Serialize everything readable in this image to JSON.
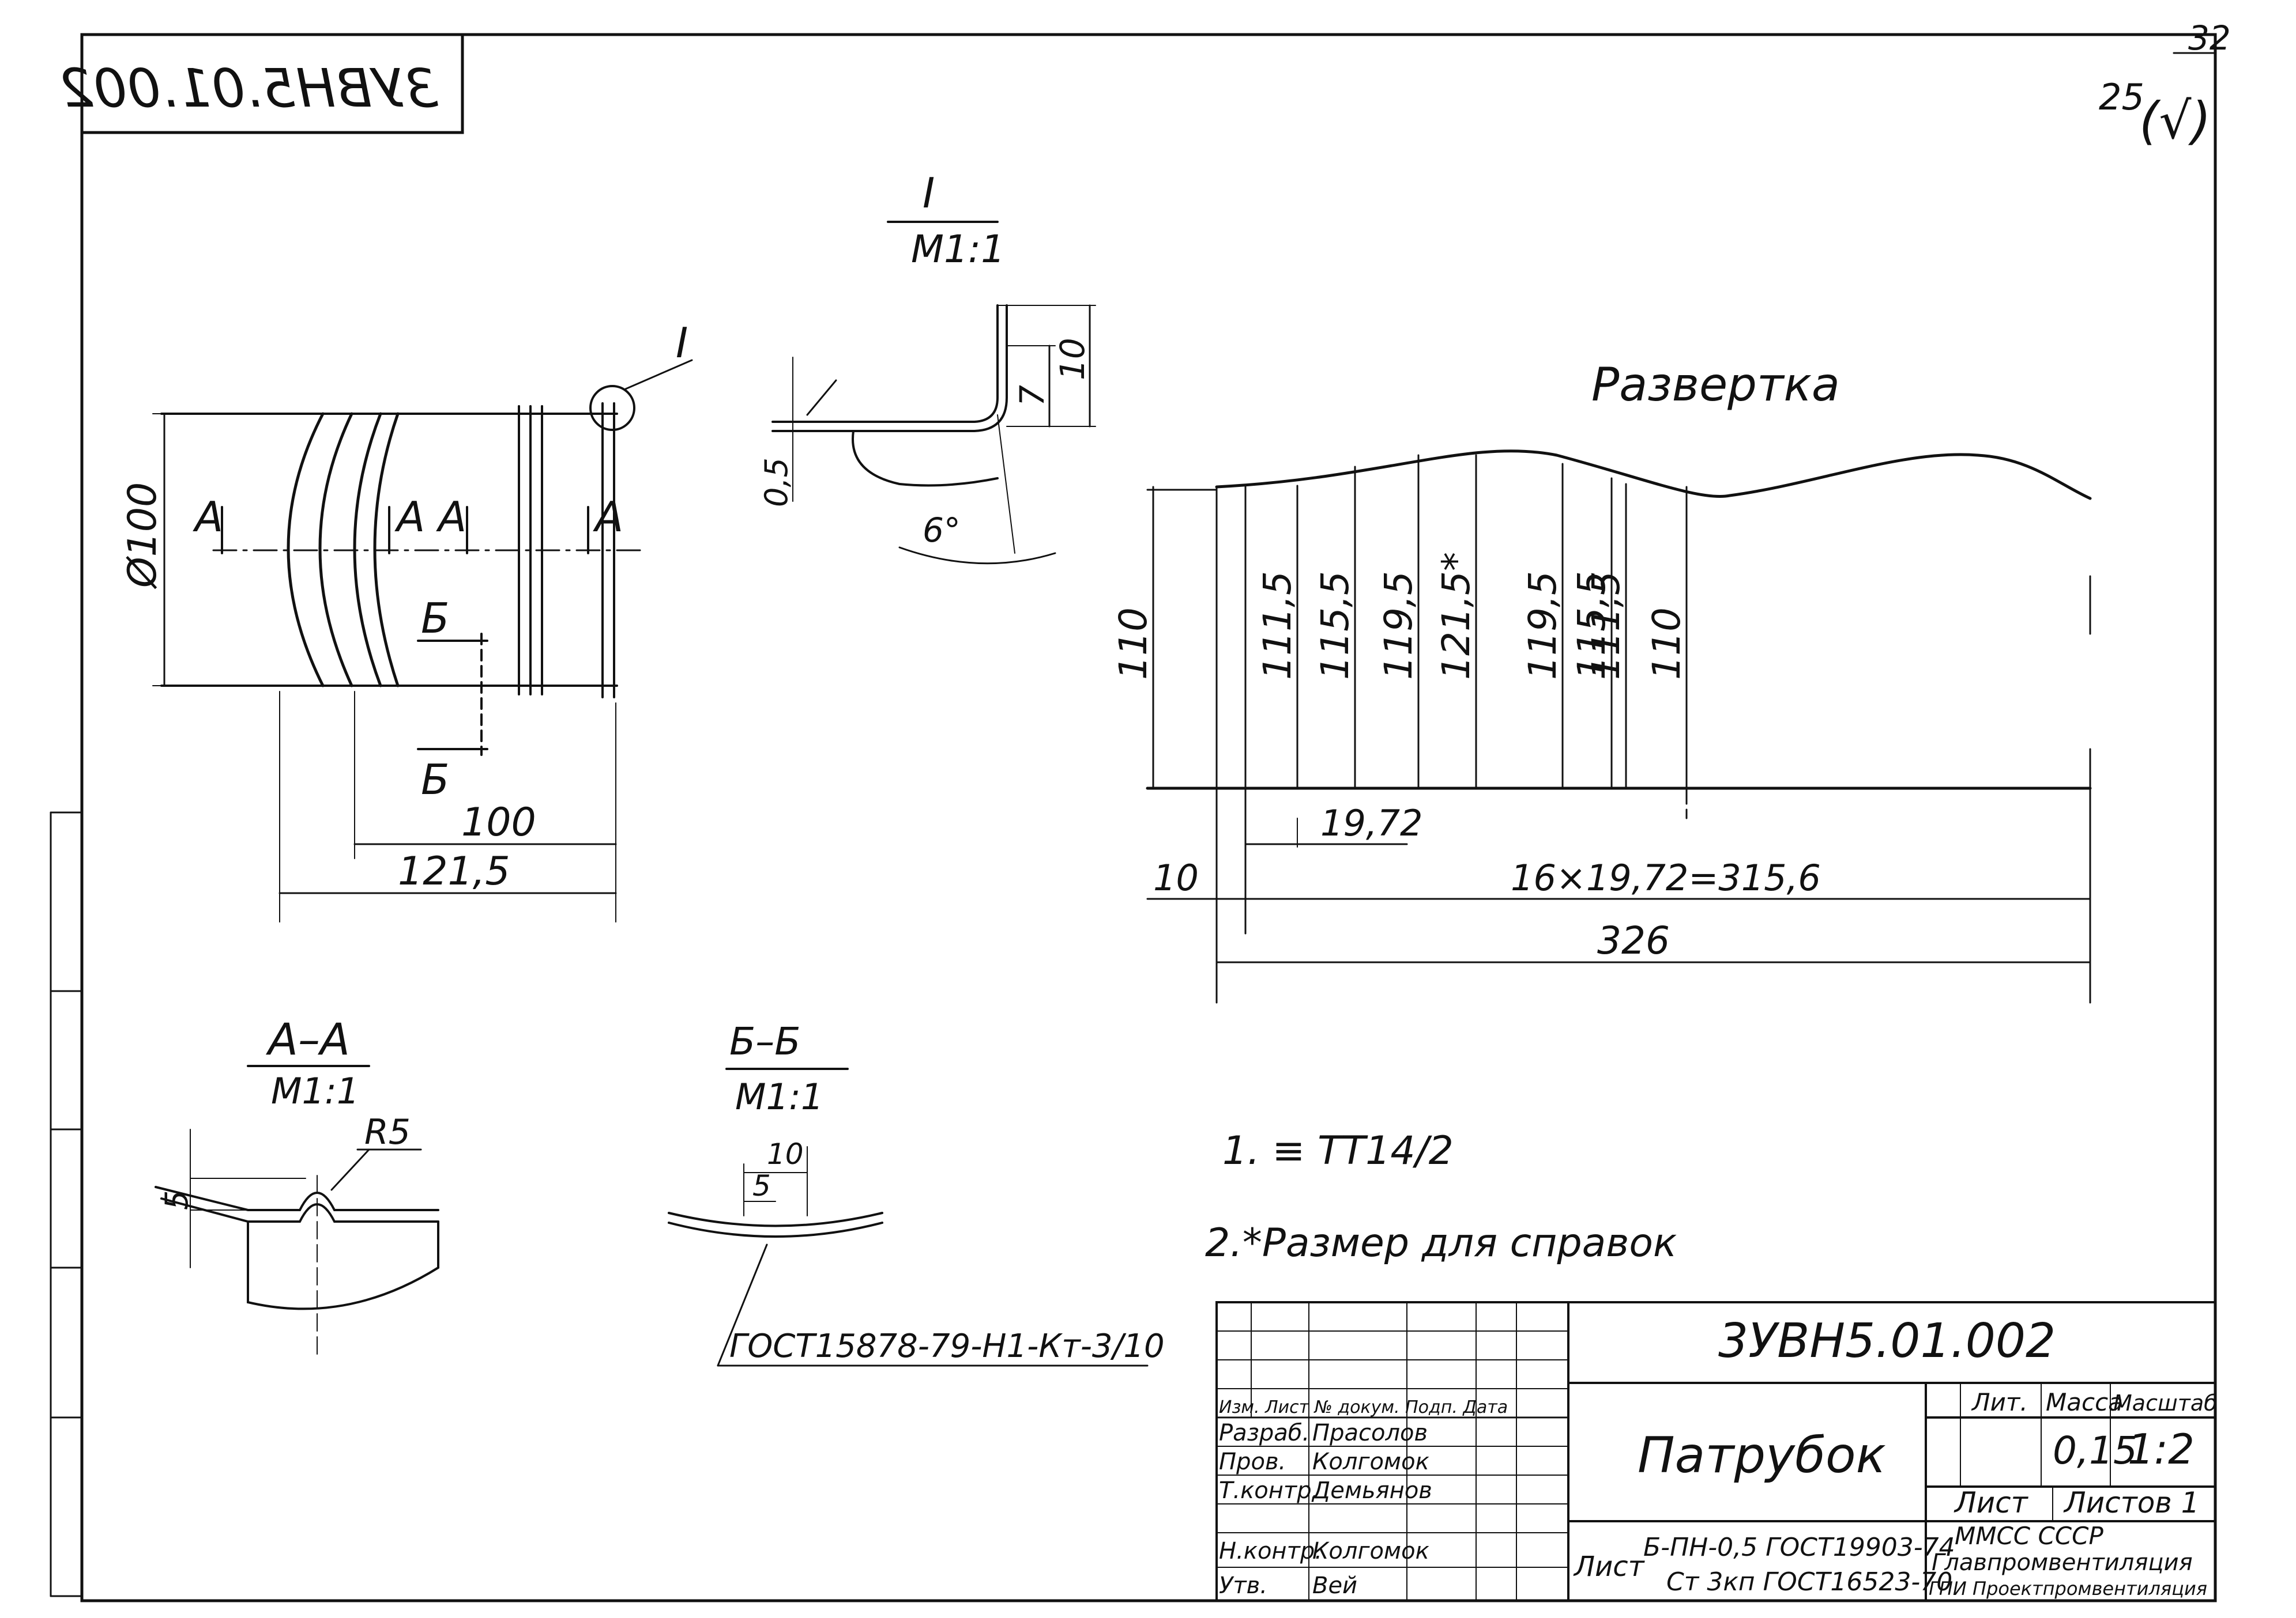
{
  "sheet": {
    "page_number": "32",
    "roughness": "25",
    "roughness_mark": "(√)",
    "code_mirrored": "3УВН5.01.002"
  },
  "main_view": {
    "detail_ref": "I",
    "section_mark_a": "А",
    "section_mark_b": "Б",
    "dim_diameter": "Ø100",
    "dim_length_100": "100",
    "dim_length_121": "121,5"
  },
  "detail_I": {
    "title": "I",
    "scale": "М1:1",
    "dim_10": "10",
    "dim_7": "7",
    "dim_thickness": "0,5",
    "dim_angle": "6°"
  },
  "development": {
    "title": "Развертка",
    "heights": [
      "110",
      "111,5",
      "115,5",
      "119,5",
      "121,5*",
      "119,5",
      "115,5",
      "111,5",
      "110"
    ],
    "dim_step": "19,72",
    "dim_offset": "10",
    "dim_total_steps": "16×19,72=315,6",
    "dim_total": "326"
  },
  "section_AA": {
    "title": "А–А",
    "scale": "М1:1",
    "dim_radius": "R5",
    "dim_depth": "5"
  },
  "section_BB": {
    "title": "Б–Б",
    "scale": "М1:1",
    "dim_10": "10",
    "dim_5": "5",
    "leader_note": "ГОСТ15878-79-Н1-Кт-3/10"
  },
  "notes": {
    "note1": "1. ≡ ТТ14/2",
    "note2": "2.*Размер для справок"
  },
  "title_block": {
    "designation": "3УВН5.01.002",
    "part_name": "Патрубок",
    "col_lit": "Лит.",
    "col_mass": "Масса",
    "col_scale": "Масштаб",
    "mass": "0,15",
    "scale": "1:2",
    "col_sheet": "Лист",
    "col_sheets": "Листов 1",
    "header_row": "Изм. Лист  № докум.  Подп.  Дата",
    "role_1": "Разраб.",
    "name_1": "Прасолов",
    "role_2": "Пров.",
    "name_2": "Колгомок",
    "role_3": "Т.контр.",
    "name_3": "Демьянов",
    "role_4": "Н.контр.",
    "name_4": "Колгомок",
    "role_5": "Утв.",
    "name_5": "Вей",
    "material_label": "Лист",
    "material_line1": "Б-ПН-0,5 ГОСТ19903-74",
    "material_line2": "Ст 3кп ГОСТ16523-70",
    "org_line1": "ММСС  СССР",
    "org_line2": "Главпромвентиляция",
    "org_line3": "ГПИ Проектпромвентиляция"
  }
}
